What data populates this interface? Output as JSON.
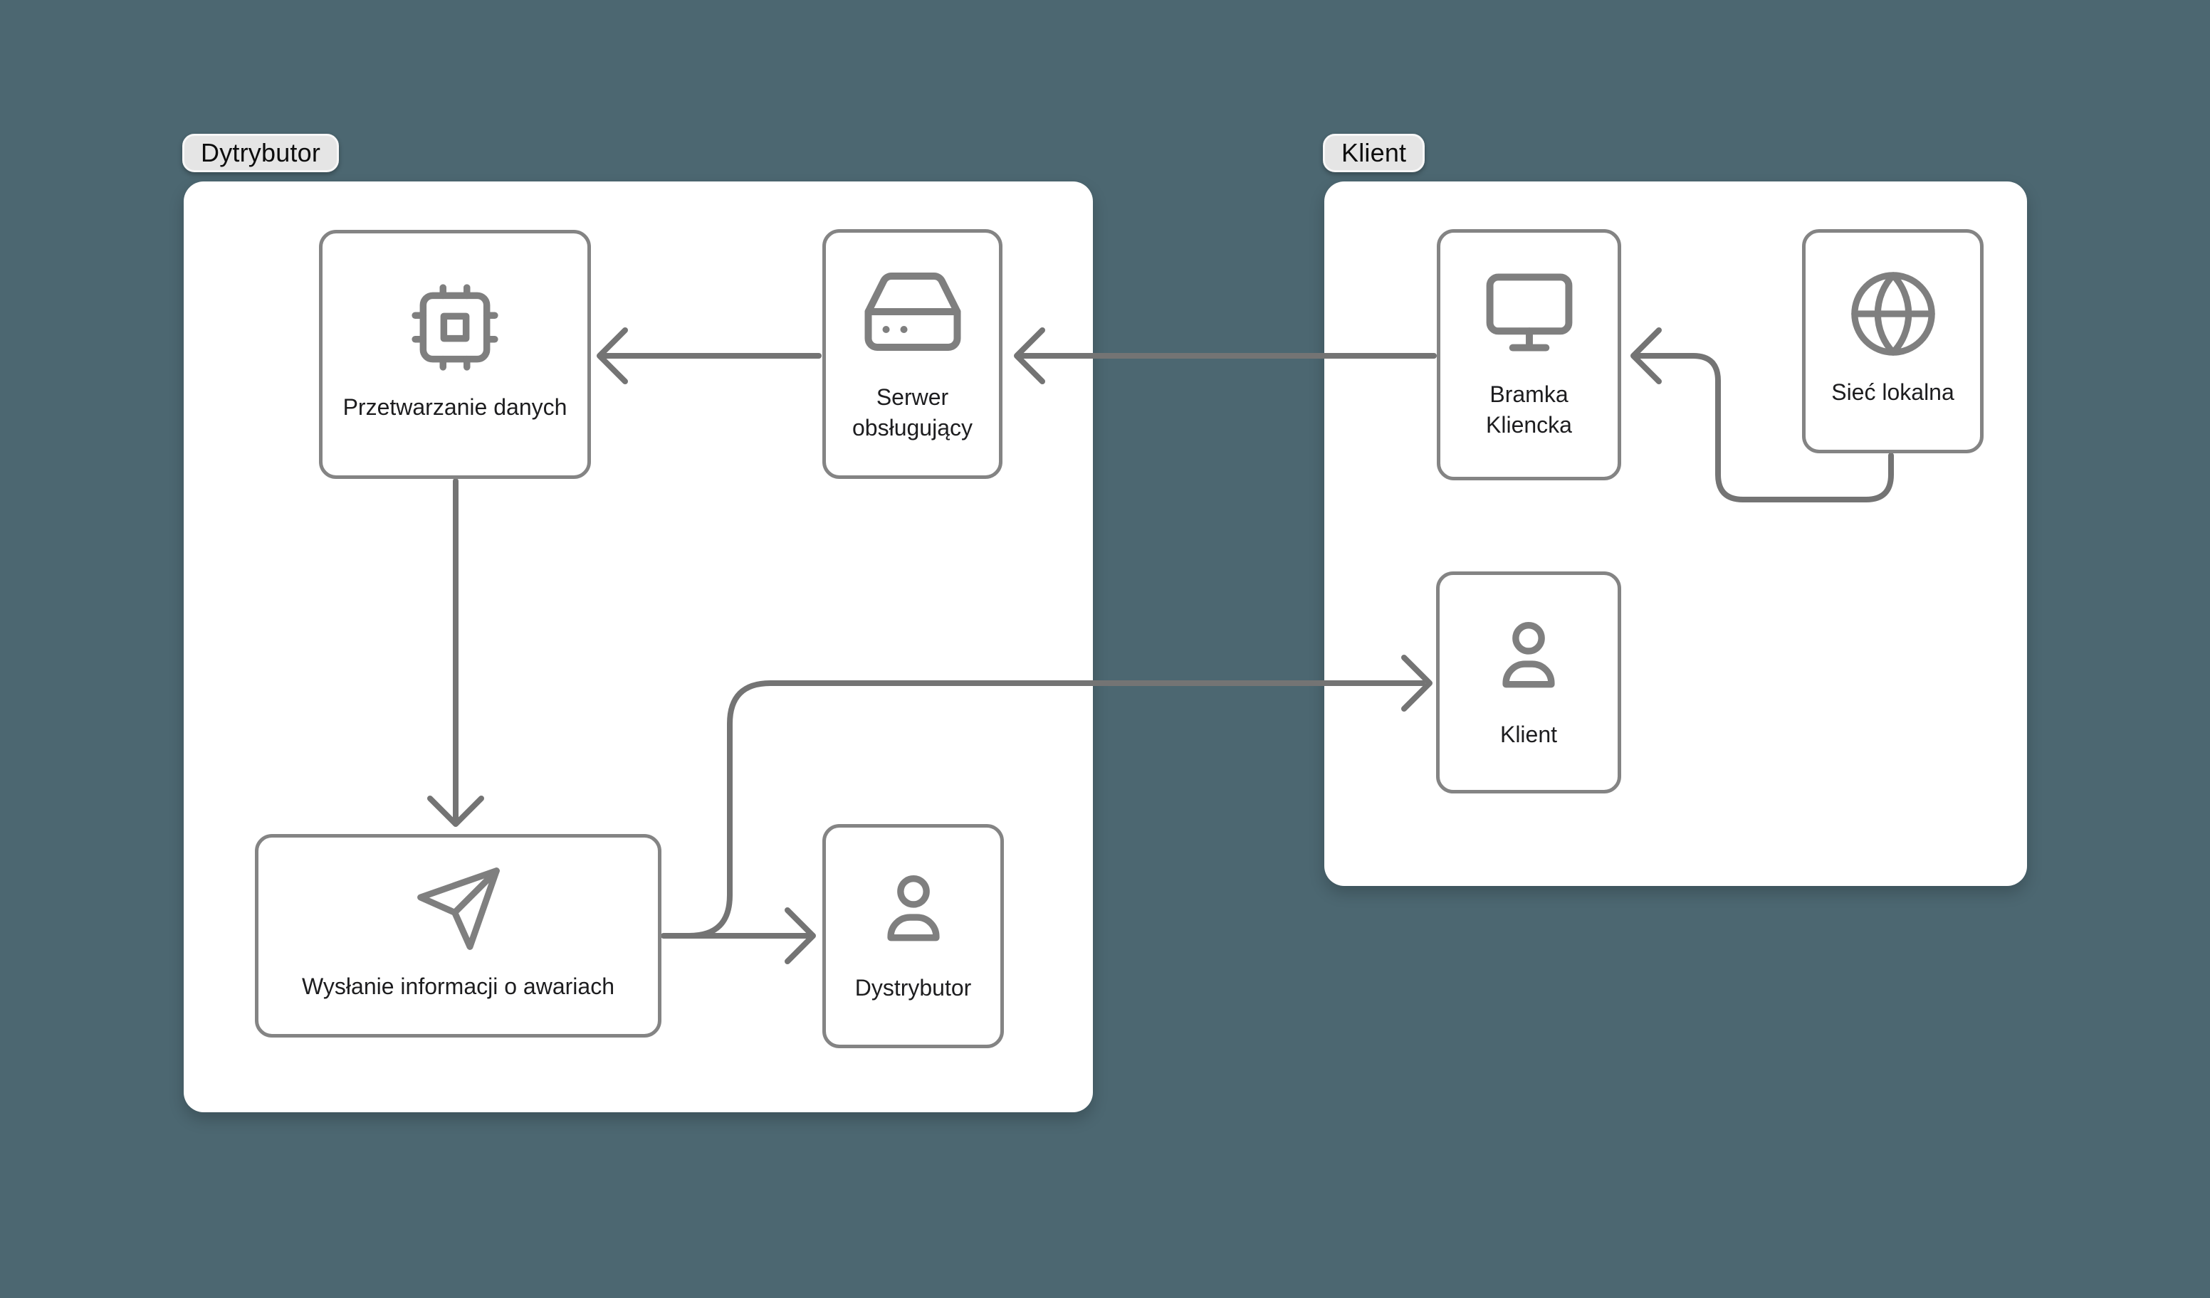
{
  "theme": {
    "background": "#4C6771",
    "container_fill": "#FFFFFF",
    "node_stroke": "#848484",
    "connector_stroke": "#747474",
    "icon_stroke": "#7F7F7F",
    "label_color": "#1D1D1F",
    "badge_bg": "#E5E5E5"
  },
  "groups": [
    {
      "label": "Dytrybutor"
    },
    {
      "label": "Klient"
    }
  ],
  "nodes": [
    {
      "label": "Przetwarzanie danych",
      "icon": "cpu-icon"
    },
    {
      "label": "Serwer obsługujący",
      "icon": "hard-drive-icon"
    },
    {
      "label": "Wysłanie informacji o awariach",
      "icon": "send-icon"
    },
    {
      "label": "Dystrybutor",
      "icon": "user-icon"
    },
    {
      "label": "Bramka Kliencka",
      "icon": "monitor-icon"
    },
    {
      "label": "Sieć lokalna",
      "icon": "globe-icon"
    },
    {
      "label": "Klient",
      "icon": "user-icon"
    }
  ],
  "connections": [
    {
      "from": "Serwer obsługujący",
      "to": "Przetwarzanie danych"
    },
    {
      "from": "Bramka Kliencka",
      "to": "Serwer obsługujący"
    },
    {
      "from": "Przetwarzanie danych",
      "to": "Wysłanie informacji o awariach"
    },
    {
      "from": "Sieć lokalna",
      "to": "Bramka Kliencka"
    },
    {
      "from": "Wysłanie informacji o awariach",
      "to": "Dystrybutor"
    },
    {
      "from": "Wysłanie informacji o awariach",
      "to": "Klient"
    }
  ]
}
